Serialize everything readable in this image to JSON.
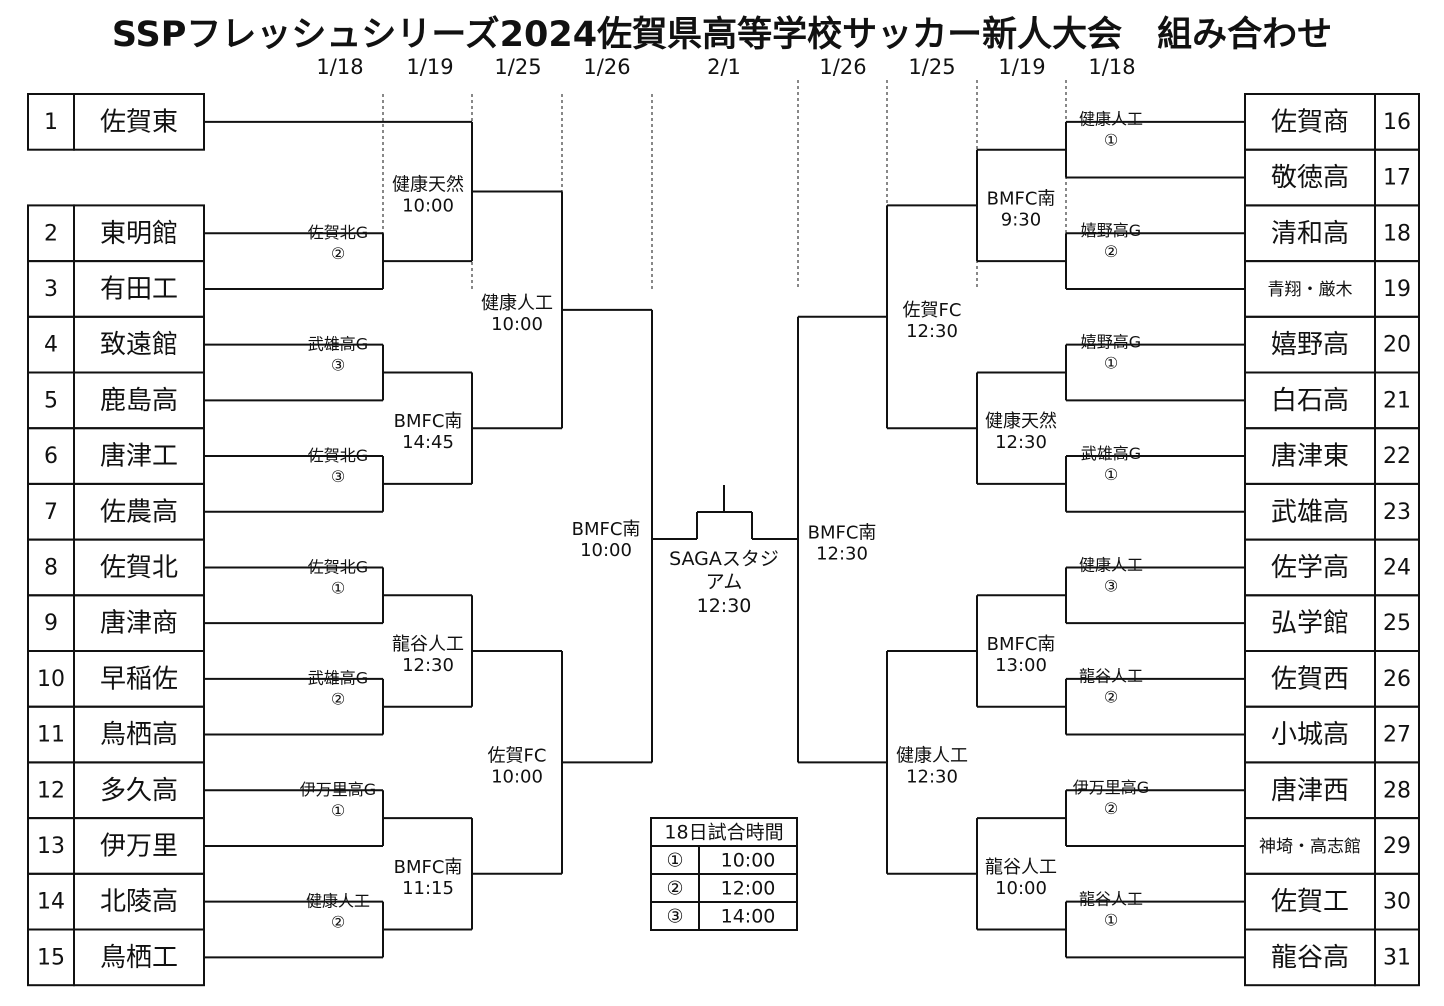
{
  "title": "SSPフレッシュシリーズ2024佐賀県高等学校サッカー新人大会　組み合わせ",
  "dates_left": [
    "1/18",
    "1/19",
    "1/25",
    "1/26"
  ],
  "date_final": "2/1",
  "dates_right": [
    "1/26",
    "1/25",
    "1/19",
    "1/18"
  ],
  "left_teams": [
    {
      "num": "1",
      "name": "佐賀東"
    },
    {
      "num": "2",
      "name": "東明館"
    },
    {
      "num": "3",
      "name": "有田工"
    },
    {
      "num": "4",
      "name": "致遠館"
    },
    {
      "num": "5",
      "name": "鹿島高"
    },
    {
      "num": "6",
      "name": "唐津工"
    },
    {
      "num": "7",
      "name": "佐農高"
    },
    {
      "num": "8",
      "name": "佐賀北"
    },
    {
      "num": "9",
      "name": "唐津商"
    },
    {
      "num": "10",
      "name": "早稲佐"
    },
    {
      "num": "11",
      "name": "鳥栖高"
    },
    {
      "num": "12",
      "name": "多久高"
    },
    {
      "num": "13",
      "name": "伊万里"
    },
    {
      "num": "14",
      "name": "北陵高"
    },
    {
      "num": "15",
      "name": "鳥栖工"
    }
  ],
  "right_teams": [
    {
      "num": "16",
      "name": "佐賀商"
    },
    {
      "num": "17",
      "name": "敬徳高"
    },
    {
      "num": "18",
      "name": "清和高"
    },
    {
      "num": "19",
      "name": "青翔・厳木"
    },
    {
      "num": "20",
      "name": "嬉野高"
    },
    {
      "num": "21",
      "name": "白石高"
    },
    {
      "num": "22",
      "name": "唐津東"
    },
    {
      "num": "23",
      "name": "武雄高"
    },
    {
      "num": "24",
      "name": "佐学高"
    },
    {
      "num": "25",
      "name": "弘学館"
    },
    {
      "num": "26",
      "name": "佐賀西"
    },
    {
      "num": "27",
      "name": "小城高"
    },
    {
      "num": "28",
      "name": "唐津西"
    },
    {
      "num": "29",
      "name": "神埼・高志館"
    },
    {
      "num": "30",
      "name": "佐賀工"
    },
    {
      "num": "31",
      "name": "龍谷高"
    }
  ],
  "left_venues": {
    "r1": [
      {
        "line1": "佐賀北G",
        "line2": "②"
      },
      {
        "line1": "武雄高G",
        "line2": "③"
      },
      {
        "line1": "佐賀北G",
        "line2": "③"
      },
      {
        "line1": "佐賀北G",
        "line2": "①"
      },
      {
        "line1": "武雄高G",
        "line2": "②"
      },
      {
        "line1": "伊万里高G",
        "line2": "①"
      },
      {
        "line1": "健康人工",
        "line2": "②"
      }
    ],
    "r2": [
      {
        "line1": "健康天然",
        "line2": "10:00"
      },
      {
        "line1": "BMFC南",
        "line2": "14:45"
      },
      {
        "line1": "龍谷人工",
        "line2": "12:30"
      },
      {
        "line1": "BMFC南",
        "line2": "11:15"
      }
    ],
    "r3": [
      {
        "line1": "健康人工",
        "line2": "10:00"
      },
      {
        "line1": "佐賀FC",
        "line2": "10:00"
      }
    ],
    "r4": {
      "line1": "BMFC南",
      "line2": "10:00"
    }
  },
  "right_venues": {
    "r1": [
      {
        "line1": "健康人工",
        "line2": "①"
      },
      {
        "line1": "嬉野高G",
        "line2": "②"
      },
      {
        "line1": "嬉野高G",
        "line2": "①"
      },
      {
        "line1": "武雄高G",
        "line2": "①"
      },
      {
        "line1": "健康人工",
        "line2": "③"
      },
      {
        "line1": "龍谷人工",
        "line2": "②"
      },
      {
        "line1": "伊万里高G",
        "line2": "②"
      },
      {
        "line1": "龍谷人工",
        "line2": "①"
      }
    ],
    "r2": [
      {
        "line1": "BMFC南",
        "line2": "9:30"
      },
      {
        "line1": "健康天然",
        "line2": "12:30"
      },
      {
        "line1": "BMFC南",
        "line2": "13:00"
      },
      {
        "line1": "龍谷人工",
        "line2": "10:00"
      }
    ],
    "r3": [
      {
        "line1": "佐賀FC",
        "line2": "12:30"
      },
      {
        "line1": "健康人工",
        "line2": "12:30"
      }
    ],
    "r4": {
      "line1": "BMFC南",
      "line2": "12:30"
    }
  },
  "final_venue": {
    "line1": "SAGAスタジ",
    "line2": "アム",
    "line3": "12:30"
  },
  "timetable": {
    "header": "18日試合時間",
    "rows": [
      {
        "mark": "①",
        "time": "10:00"
      },
      {
        "mark": "②",
        "time": "12:00"
      },
      {
        "mark": "③",
        "time": "14:00"
      }
    ]
  },
  "colors": {
    "line": "#111111",
    "text": "#111111",
    "background": "#ffffff"
  }
}
